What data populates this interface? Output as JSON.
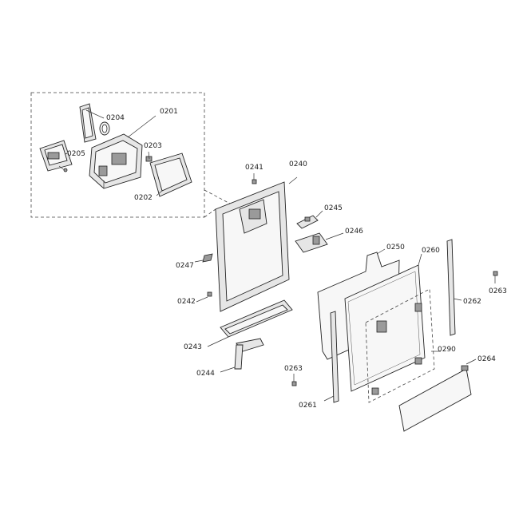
{
  "diagram": {
    "labels": {
      "l0201": "0201",
      "l0202": "0202",
      "l0203": "0203",
      "l0204": "0204",
      "l0205": "0205",
      "l0240": "0240",
      "l0241": "0241",
      "l0242": "0242",
      "l0243": "0243",
      "l0244": "0244",
      "l0245": "0245",
      "l0246": "0246",
      "l0247": "0247",
      "l0250": "0250",
      "l0260": "0260",
      "l0261": "0261",
      "l0262": "0262",
      "l0263a": "0263",
      "l0263b": "0263",
      "l0264": "0264",
      "l0290": "0290"
    }
  }
}
